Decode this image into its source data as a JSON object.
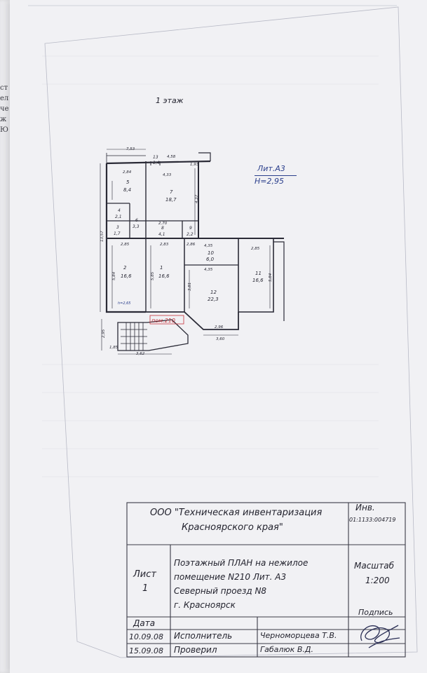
{
  "back_page": {
    "glyphs": [
      "ст",
      "ел",
      "че",
      "ж",
      "Ю"
    ]
  },
  "drawing": {
    "floor_title": "1 этаж",
    "lit": "Лит.А3",
    "height": "H=2,95",
    "room_label": "пом.210",
    "rooms": [
      {
        "no": "1",
        "area": "16,6"
      },
      {
        "no": "2",
        "area": "16,6"
      },
      {
        "no": "3",
        "area": "1,7"
      },
      {
        "no": "4",
        "area": "2,1"
      },
      {
        "no": "5",
        "area": "8,4"
      },
      {
        "no": "6",
        "area": "3,3"
      },
      {
        "no": "7",
        "area": "18,7"
      },
      {
        "no": "8",
        "area": "4,1"
      },
      {
        "no": "9",
        "area": "2,2"
      },
      {
        "no": "10",
        "area": "6,0"
      },
      {
        "no": "11",
        "area": "16,6"
      },
      {
        "no": "12",
        "area": "22,3"
      },
      {
        "no": "13",
        "area": "1,4"
      }
    ],
    "dimensions": {
      "top_left": "7,53",
      "top_mid": "4,58",
      "d_2_84": "2,84",
      "d_4_33": "4,33",
      "d_4_37": "4,37",
      "d_2_70": "2,70",
      "d_2_85a": "2,85",
      "d_2_83": "2,83",
      "d_4_35a": "4,35",
      "d_4_35b": "4,35",
      "d_2_85b": "2,85",
      "d_5_84a": "5,84",
      "d_5_85": "5,85",
      "d_3_81": "3,81",
      "d_5_84b": "5,84",
      "left_total": "13,57",
      "d_2_96": "2,96",
      "d_3_60": "3,60",
      "d_3_62": "3,62",
      "d_2_95": "2,95",
      "d_1_85": "1,85",
      "h_mark": "h=2,65",
      "d_2_86": "2,86",
      "d_1_93": "1,93"
    }
  },
  "title_block": {
    "org_line1": "ООО \"Техническая инвентаризация",
    "org_line2": "Красноярского края\"",
    "inv_label": "Инв.",
    "inv_number": "01:1133:004719",
    "sheet_label": "Лист",
    "sheet_number": "1",
    "desc_line1": "Поэтажный  ПЛАН  на  нежилое",
    "desc_line2": "помещение  N210     Лит.  А3",
    "desc_line3": "Северный  проезд  N8",
    "desc_line4": "г.  Красноярск",
    "scale_label": "Масштаб",
    "scale_value": "1:200",
    "date_label": "Дата",
    "signature_label": "Подпись",
    "row1": {
      "date": "10.09.08",
      "role": "Исполнитель",
      "name": "Черноморцева  Т.В."
    },
    "row2": {
      "date": "15.09.08",
      "role": "Проверил",
      "name": "Габалюк  В.Д."
    }
  },
  "colors": {
    "ink": "#23232e",
    "blue_ink": "#2b3f8c",
    "red_mark": "#c8333a",
    "grid": "#c9ccd8"
  }
}
